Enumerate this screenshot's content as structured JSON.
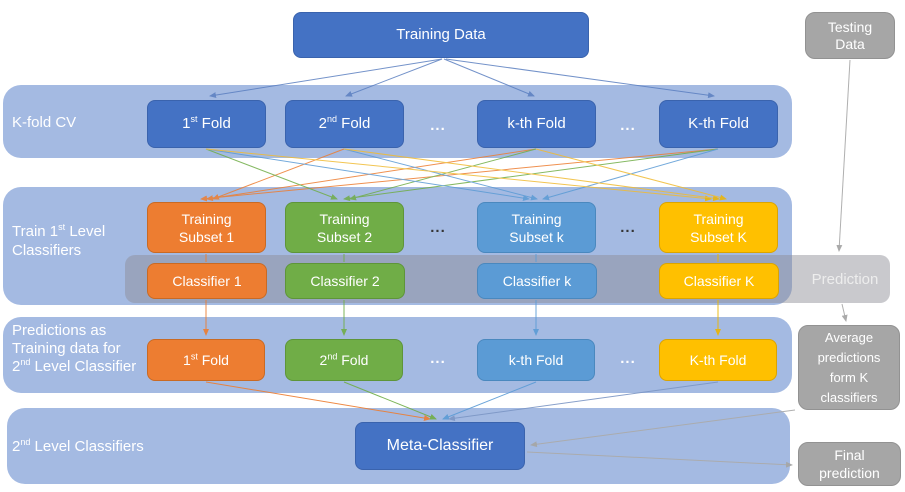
{
  "palette": {
    "accent_blue": "#4472C4",
    "band_blue": "#A4BAE2",
    "orange": "#ED7D31",
    "green": "#70AD47",
    "light_blue": "#5B9BD5",
    "yellow": "#FFC000",
    "gray": "#A6A6A6",
    "gray_band": "#9FA7BA"
  },
  "training_data": "Training Data",
  "testing_data": {
    "line1": "Testing",
    "line2": "Data"
  },
  "row_kfold": {
    "label": "K-fold CV",
    "dots": "...",
    "folds": [
      {
        "num": "1",
        "sup": "st",
        "rest": " Fold"
      },
      {
        "num": "2",
        "sup": "nd",
        "rest": " Fold"
      },
      {
        "num": "k-th",
        "sup": "",
        "rest": " Fold"
      },
      {
        "num": "K-th",
        "sup": "",
        "rest": " Fold"
      }
    ]
  },
  "row_train": {
    "label_line1_pre": "Train 1",
    "label_line1_sup": "st",
    "label_line1_post": " Level",
    "label_line2": "Classifiers",
    "dots": "...",
    "subsets": [
      {
        "line1": "Training",
        "line2": "Subset 1"
      },
      {
        "line1": "Training",
        "line2": "Subset 2"
      },
      {
        "line1": "Training",
        "line2": "Subset k"
      },
      {
        "line1": "Training",
        "line2": "Subset K"
      }
    ],
    "classifiers": [
      "Classifier 1",
      "Classifier 2",
      "Classifier k",
      "Classifier K"
    ],
    "prediction_label": "Prediction"
  },
  "row_predictions": {
    "label_line1": "Predictions as",
    "label_line2": "Training data for",
    "label_line3_pre": "2",
    "label_line3_sup": "nd",
    "label_line3_post": " Level Classifier",
    "dots": "...",
    "folds": [
      {
        "num": "1",
        "sup": "st",
        "rest": " Fold"
      },
      {
        "num": "2",
        "sup": "nd",
        "rest": " Fold"
      },
      {
        "num": "k-th",
        "sup": "",
        "rest": " Fold"
      },
      {
        "num": "K-th",
        "sup": "",
        "rest": " Fold"
      }
    ]
  },
  "row_meta": {
    "label_pre": "2",
    "label_sup": "nd",
    "label_post": " Level Classifiers",
    "meta": "Meta-Classifier"
  },
  "right_column": {
    "average": {
      "line1": "Average",
      "line2": "predictions",
      "line3": "form K",
      "line4": "classifiers"
    },
    "final": {
      "line1": "Final",
      "line2": "prediction"
    }
  }
}
